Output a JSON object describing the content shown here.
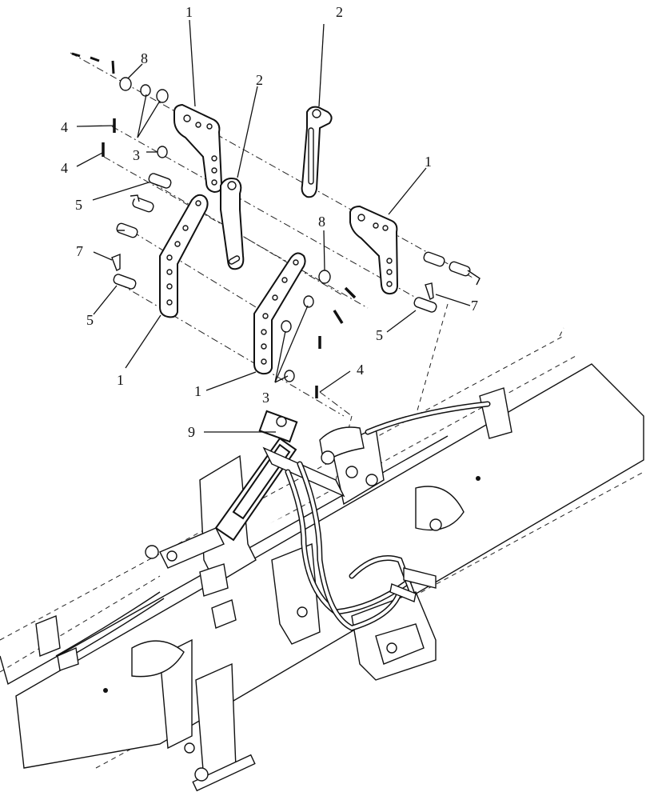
{
  "callouts": [
    {
      "id": "c1a",
      "label": "1"
    },
    {
      "id": "c2a",
      "label": "2"
    },
    {
      "id": "c8a",
      "label": "8"
    },
    {
      "id": "c2b",
      "label": "2"
    },
    {
      "id": "c4a",
      "label": "4"
    },
    {
      "id": "c3a",
      "label": "3"
    },
    {
      "id": "c4b",
      "label": "4"
    },
    {
      "id": "c1b",
      "label": "1"
    },
    {
      "id": "c5a",
      "label": "5"
    },
    {
      "id": "c8b",
      "label": "8"
    },
    {
      "id": "c7a",
      "label": "7"
    },
    {
      "id": "c7b",
      "label": "7"
    },
    {
      "id": "c5b",
      "label": "5"
    },
    {
      "id": "c5c",
      "label": "5"
    },
    {
      "id": "c1c",
      "label": "1"
    },
    {
      "id": "c4c",
      "label": "4"
    },
    {
      "id": "c1d",
      "label": "1"
    },
    {
      "id": "c3b",
      "label": "3"
    },
    {
      "id": "c9",
      "label": "9"
    }
  ]
}
